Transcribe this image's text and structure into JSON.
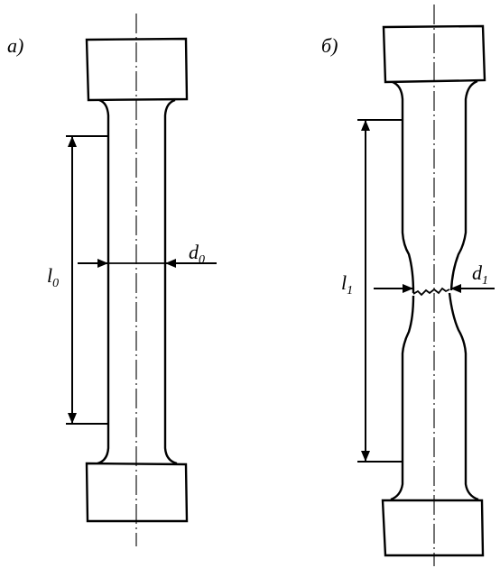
{
  "panels": {
    "a": {
      "tag": "а)",
      "length_label": {
        "main": "l",
        "sub": "0"
      },
      "diameter_label": {
        "main": "d",
        "sub": "0"
      }
    },
    "b": {
      "tag": "б)",
      "length_label": {
        "main": "l",
        "sub": "1"
      },
      "diameter_label": {
        "main": "d",
        "sub": "1"
      }
    }
  },
  "colors": {
    "line": "#000000",
    "background": "#ffffff"
  }
}
